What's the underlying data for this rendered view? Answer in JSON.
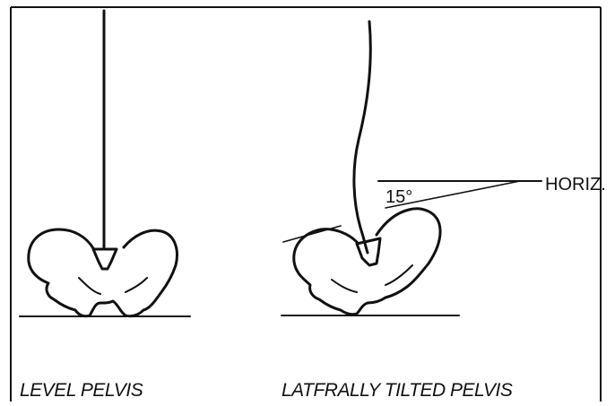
{
  "figure": {
    "left_caption": "LEVEL PELVIS",
    "right_caption": "LATFRALLY TILTED PELVIS",
    "angle_label": "15°",
    "horizontal_label": "HORIZ."
  },
  "colors": {
    "ink": "#111111",
    "background": "#ffffff"
  }
}
